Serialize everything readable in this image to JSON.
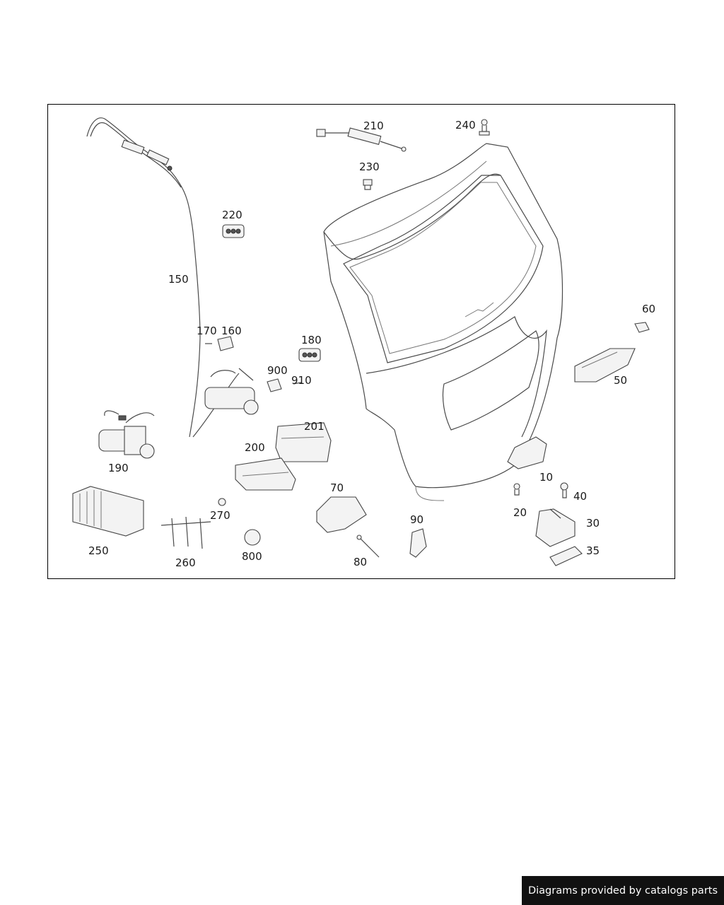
{
  "labels": {
    "l150": "150",
    "l160": "160",
    "l170": "170",
    "l180": "180",
    "l190": "190",
    "l200": "200",
    "l201": "201",
    "l210": "210",
    "l220": "220",
    "l230": "230",
    "l240": "240",
    "l250": "250",
    "l260": "260",
    "l270": "270",
    "l800": "800",
    "l900": "900",
    "l910": "910",
    "l10": "10",
    "l20": "20",
    "l30": "30",
    "l35": "35",
    "l40": "40",
    "l50": "50",
    "l60": "60",
    "l70": "70",
    "l80": "80",
    "l90": "90"
  },
  "watermark": "Diagrams provided by catalogs parts"
}
